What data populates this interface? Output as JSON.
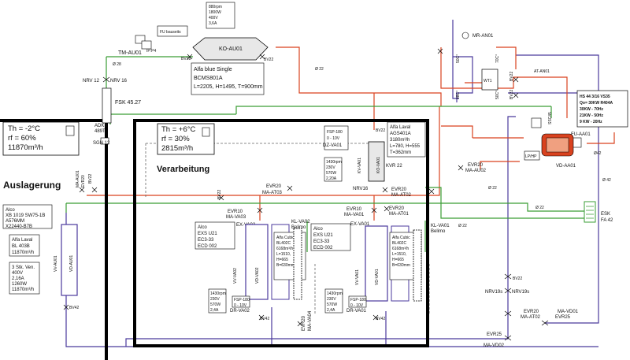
{
  "colors": {
    "liquid": "#d9421f",
    "suction": "#3a9d34",
    "coolant": "#4b3a9c",
    "heat": "#7b5aa6",
    "wall": "#000000",
    "pipe_gray": "#555555"
  },
  "rooms": {
    "auslagerung": {
      "title": "Auslagerung",
      "cond_1": "Th = -2°C",
      "cond_2": "rf = 60%",
      "cond_3": "11870m³/h"
    },
    "verarbeitung": {
      "title": "Verarbeitung",
      "cond_1": "Th = +6°C",
      "cond_2": "rf = 30%",
      "cond_3": "2815m³/h"
    }
  },
  "outdoor": {
    "fu_label": "FU bauseits",
    "fan_spec_1": "880rpm",
    "fan_spec_2": "1800W",
    "fan_spec_3": "400V",
    "fan_spec_4": "3,6A",
    "ko_au01": "KO-AU01",
    "tm_au01": "TM-AU01",
    "ip_label": "IP:P4",
    "cond_info_1": "Alfa blue Single",
    "cond_info_2": "BCMS801A",
    "cond_info_3": "L=2205, H=1495, T=900mm",
    "bv28_a": "BV28",
    "bv22_a": "BV22",
    "d28": "Ø 28",
    "d22_a": "Ø 22",
    "nrv12": "NRV 12",
    "nrv16": "NRV 16",
    "fsk": "FSK 45.27",
    "adks_1": "ADKS",
    "adks_2": "489T",
    "sgn": "SGN 12"
  },
  "plant": {
    "mr_an01": "MR-AN01",
    "c50": "50C°",
    "c70": "70C°",
    "c48": "48C°",
    "c50b": "50C°",
    "wt1": "WT1",
    "at_an01": "AT-AN01",
    "bv22_b": "BV22",
    "bv22_c": "BV22",
    "hs_1": "HS 44 3/16 VS35",
    "hs_2": "Qo= 30KW R404A",
    "hs_3": "30KW - 70Hz",
    "hs_4": "21KW - 50Hz",
    "hs_5": "9 KW - 20Hz",
    "fu_aa01": "FU-AA01",
    "lphp": "LP/HP",
    "vd_aa01": "VD-AA01",
    "d42b": "Ø42",
    "c45": "SSC45",
    "evr20_au02": "EVR20",
    "ma_au02": "MA-AU02",
    "d22_b": "Ø 22",
    "d42": "Ø 42",
    "esk_1": "ESK",
    "esk_2": "FA 42",
    "d22_c": "Ø 22",
    "d22_d": "Ø 22"
  },
  "evap_au": {
    "ma_au01": "MA-AU01",
    "evr20": "EVR20",
    "bv": "BV22",
    "alco_1": "Alco",
    "alco_2": "XB 1019 SW75-1B",
    "alco_3": "A576MM",
    "alco_4": "X22440-B7B",
    "laval_1": "Alfa Laval",
    "laval_2": "BL 403B",
    "laval_3": "11870m³/h",
    "fans_1": "3 Stk. Ven.",
    "fans_2": "400V",
    "fans_3": "2,16A",
    "fans_4": "1260W",
    "fans_5": "11870m³/h",
    "vv": "VV-AU01",
    "vd": "VD-AU01",
    "bv42": "BV42"
  },
  "kv": {
    "fsp": "FSP-180",
    "volt": "0 - 10V",
    "dz": "DZ-VA01",
    "laval_1": "Alfa Laval",
    "laval_2": "AGS401A",
    "laval_3": "3180m³/h",
    "laval_4": "L=780, H=555",
    "laval_5": "T=362mm",
    "motor_1": "1430rpm",
    "motor_2": "230V",
    "motor_3": "570W",
    "motor_4": "2,20A",
    "kv_va01": "KV-VA01",
    "ko_va01": "KO-VA01",
    "kvr": "KVR 22",
    "bv22": "BV22"
  },
  "evap_va02": {
    "evr20": "EVR20",
    "ma_at03": "MA-AT03",
    "evr10": "EVR10",
    "ma_va03": "MA-VA03",
    "ex": "EX-VA02",
    "kl": "KL-VA02",
    "belimo": "Belimo",
    "bv22": "BV22",
    "alco_1": "Alco",
    "alco_2": "EXS U21",
    "alco_3": "EC3-33",
    "alco_4": "ECD 002",
    "cubic_1": "Alfa Cubic",
    "cubic_2": "BL402C",
    "cubic_3": "6168m³/h",
    "cubic_4": "L=1510,",
    "cubic_5": "H=665",
    "cubic_6": "B=630mm",
    "vv": "VV-VA02",
    "vd": "VD-VA02",
    "motor_1": "1430rpm",
    "motor_2": "230V",
    "motor_3": "570W",
    "motor_4": "2,4A",
    "fsp": "FSP-180",
    "volt": "0 - 10V",
    "dr": "DR-VA02",
    "bv42": "BV42",
    "evr20b": "EVR20",
    "ma_va04": "MA-VA04"
  },
  "evap_va01": {
    "nrv16": "NRV16",
    "evr20": "EVR20",
    "ma_at02": "MA-AT02",
    "evr10": "EVR10",
    "ma_va01": "MA-VA01",
    "evr20b": "EVR20",
    "ma_at01": "MA-AT01",
    "ex": "EX-VA01",
    "kl": "KL-VA01",
    "belimo": "Belimo",
    "alco_1": "Alco",
    "alco_2": "EXS U21",
    "alco_3": "EC3-33",
    "alco_4": "ECD 002",
    "cubic_1": "Alfa Cubic",
    "cubic_2": "BL402C",
    "cubic_3": "6168m³/h",
    "cubic_4": "L=1510,",
    "cubic_5": "H=665",
    "cubic_6": "B=630mm",
    "vv": "VV-VA01",
    "vd": "VD-VA01",
    "motor_1": "1430rpm",
    "motor_2": "230V",
    "motor_3": "570W",
    "motor_4": "2,4A",
    "fsp": "FSP-180",
    "volt": "0 - 10V",
    "dr": "DR-VA01",
    "bv42": "BV42"
  },
  "right_low": {
    "bv22": "BV22",
    "nrv19_a": "NRV19s",
    "nrv19_b": "NRV19s",
    "evr20": "EVR20",
    "ma_at02": "MA-AT02",
    "ma_vd01": "MA-VD01",
    "evr25_a": "EVR25",
    "evr25_b": "EVR25",
    "ma_vd02": "MA-VD02"
  }
}
